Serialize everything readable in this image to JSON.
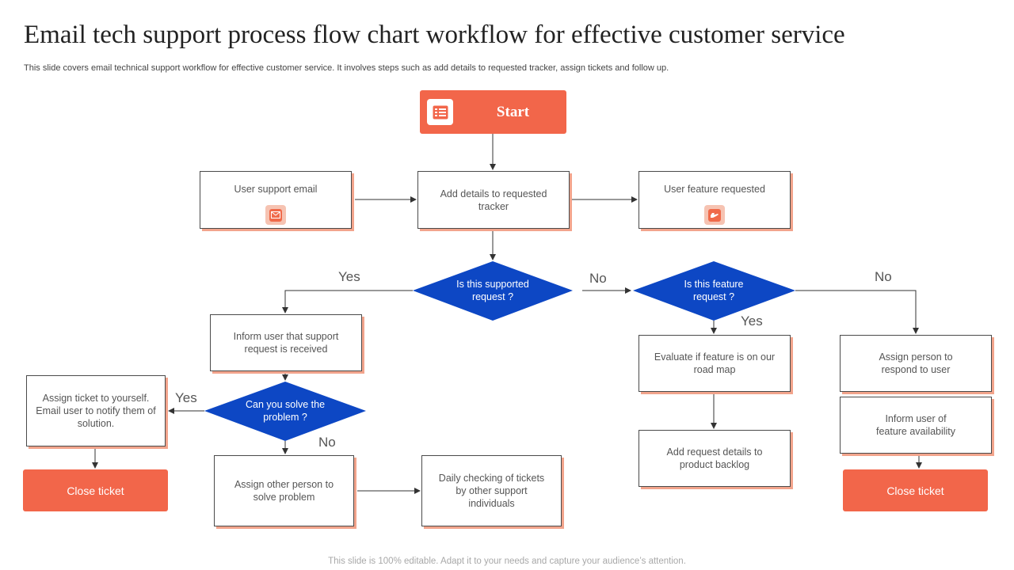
{
  "header": {
    "title": "Email tech support process flow chart workflow for effective customer service",
    "subtitle": "This slide covers email technical support workflow for effective customer service. It involves steps such as add details to requested tracker, assign tickets and follow up."
  },
  "footer": {
    "text": "This slide is 100% editable. Adapt it to your needs and capture your audience’s attention."
  },
  "colors": {
    "accent": "#f2664a",
    "diamond": "#0d47c4",
    "shadow": "#f2a48c"
  },
  "flow": {
    "start": {
      "label": "Start",
      "icon": "checklist-icon"
    },
    "user_support_email": {
      "label": "User support email",
      "icon": "envelope-icon"
    },
    "add_details": {
      "label": "Add details to requested tracker"
    },
    "user_feature_requested": {
      "label": "User feature requested",
      "icon": "hand-icon"
    },
    "is_supported": {
      "label": "Is this supported request ?"
    },
    "is_feature": {
      "label": "Is this feature request ?"
    },
    "inform_user": {
      "label": "Inform user that support request is received"
    },
    "can_solve": {
      "label": "Can you solve the problem ?"
    },
    "assign_yourself": {
      "label": "Assign ticket to yourself. Email user to notify them of solution."
    },
    "close_ticket_left": {
      "label": "Close ticket"
    },
    "assign_other": {
      "label": "Assign other person to solve problem"
    },
    "daily_checking": {
      "label": "Daily checking of tickets by other support individuals"
    },
    "evaluate_feature": {
      "label": "Evaluate if feature is on our road map"
    },
    "add_backlog": {
      "label": "Add request details to product backlog"
    },
    "assign_person": {
      "label": "Assign person to respond to user"
    },
    "inform_availability": {
      "label": "Inform user of feature availability"
    },
    "close_ticket_right": {
      "label": "Close ticket"
    }
  },
  "branch_labels": {
    "supported_yes": "Yes",
    "supported_no": "No",
    "feature_yes": "Yes",
    "feature_no": "No",
    "solve_yes": "Yes",
    "solve_no": "No"
  }
}
